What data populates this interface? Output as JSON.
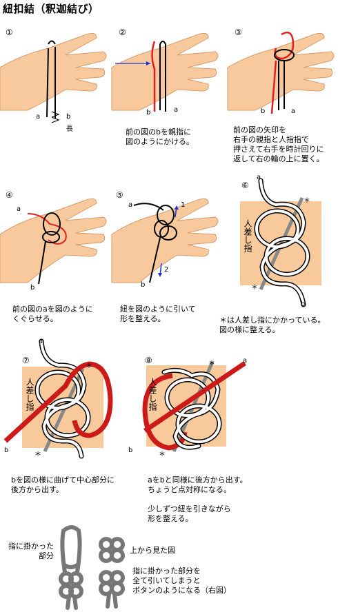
{
  "title": "紐扣結（釈迦結び）",
  "steps": [
    {
      "num": "①",
      "labels": {
        "a": "a",
        "b": "b",
        "extra": "長"
      }
    },
    {
      "num": "②",
      "labels": {
        "a": "a",
        "b": "b"
      },
      "caption": "前の図のbを親指に\n図のようにかける。"
    },
    {
      "num": "③",
      "labels": {
        "a": "a",
        "b": "b"
      },
      "caption": "前の図の矢印を\n右手の親指と人指指で\n押さえて右手を時計回りに\n返して右の輪の上に置く。"
    },
    {
      "num": "④",
      "labels": {
        "a": "a",
        "b": "b"
      },
      "caption": "前の図のaを図のように\nくぐらせる。"
    },
    {
      "num": "⑤",
      "labels": {
        "a": "a",
        "b": "b",
        "one": "1",
        "two": "2"
      },
      "caption": "紐を図のように引いて\n形を整える。"
    },
    {
      "num": "⑥",
      "labels": {
        "a": "a",
        "b": "b",
        "star": "＊",
        "finger": "人差し指"
      },
      "caption": "＊は人差し指にかかっている。\n図の様に整える。"
    },
    {
      "num": "⑦",
      "labels": {
        "a": "a",
        "b": "b",
        "star": "＊",
        "finger": "人差し指"
      },
      "caption": "bを図の様に曲げて中心部分に\n後方から出す。"
    },
    {
      "num": "⑧",
      "labels": {
        "a": "a",
        "b": "b",
        "star": "＊",
        "finger": "人差し指"
      },
      "caption": "aをbと同様に後方から出す。\nちょうど点対称になる。\n\n少しずつ紐を引きながら\n形を整える。"
    }
  ],
  "final": {
    "finger_part": "指に掛かった\n部分",
    "top_view": "上から見た図",
    "result": "指に掛かった部分を\n全て引いてしまうと\nボタンのようになる（右図）"
  },
  "colors": {
    "skin": "#f7c99c",
    "board": "#f8c99a",
    "red": "#e01e1e",
    "cord": "#000000",
    "gray": "#8a8a8a"
  }
}
